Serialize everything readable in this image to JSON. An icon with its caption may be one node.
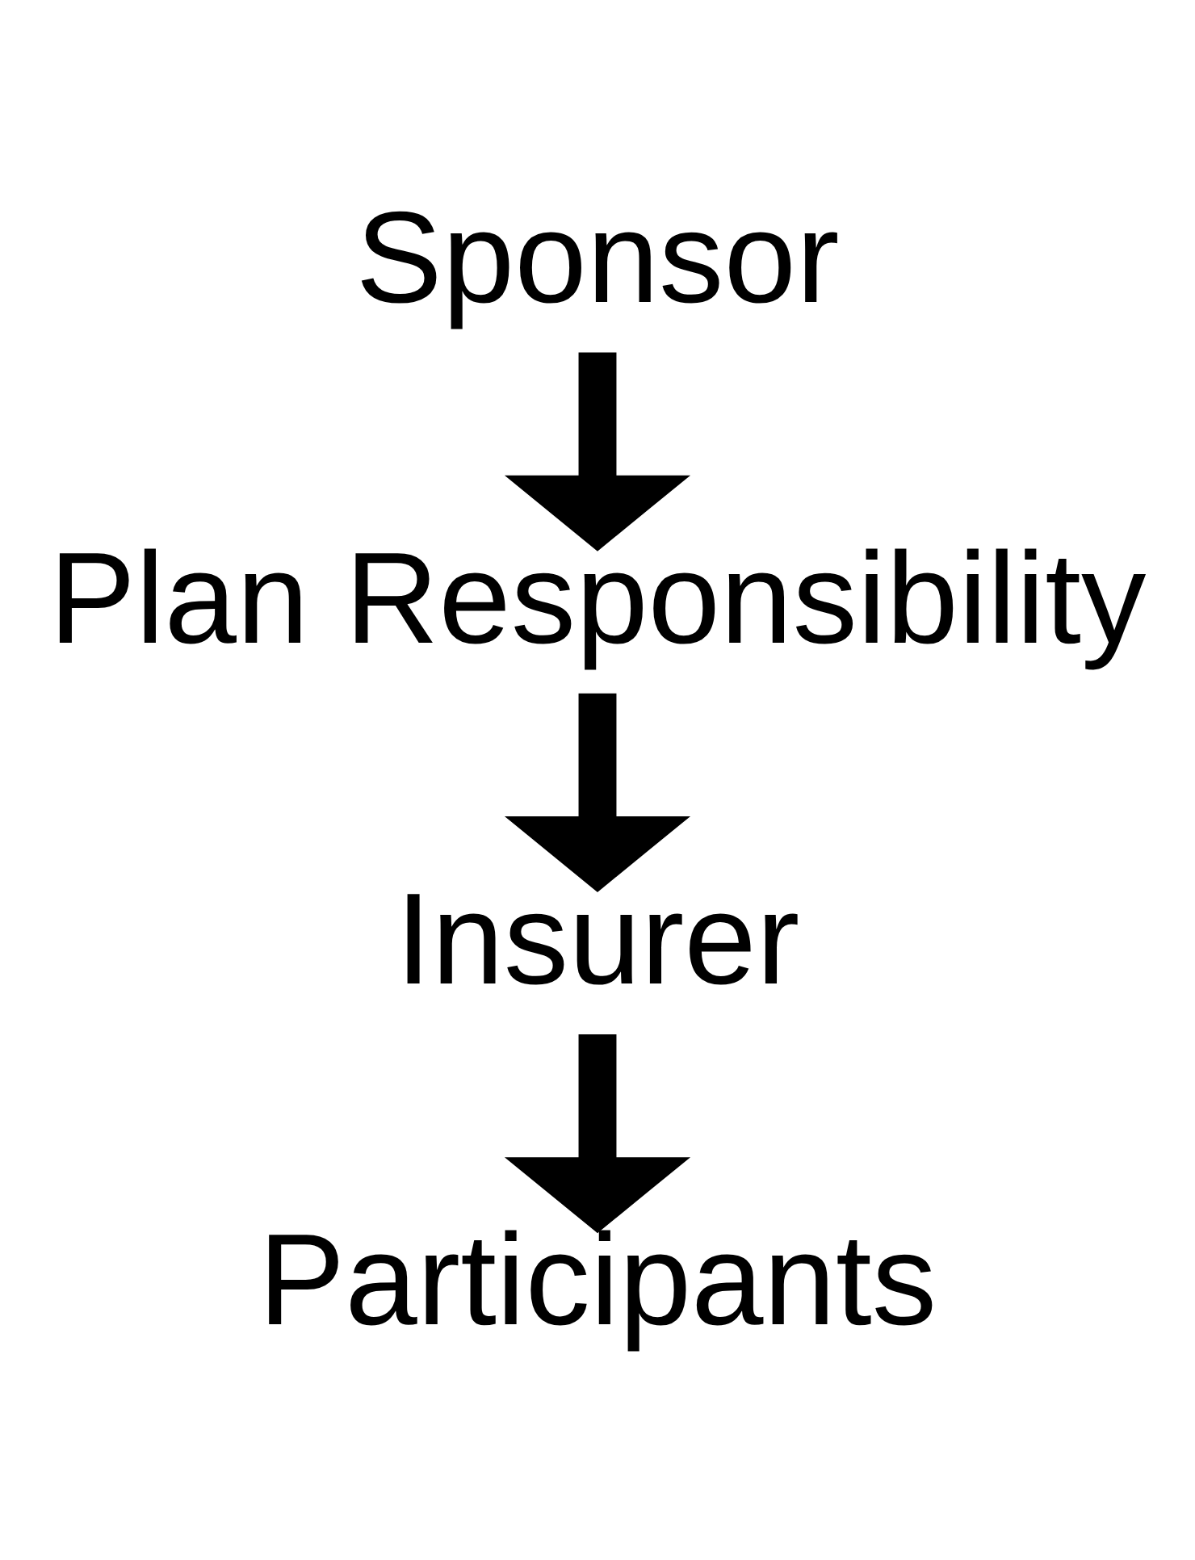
{
  "diagram": {
    "nodes": [
      {
        "text": [
          "Sponsor"
        ]
      },
      {
        "text": [
          "Plan Responsibility"
        ]
      },
      {
        "text": [
          "Insurer"
        ]
      },
      {
        "text": [
          "Participants"
        ]
      }
    ],
    "edges": [
      {
        "from": 0,
        "to": 1,
        "arrow": "to"
      },
      {
        "from": 1,
        "to": 2,
        "arrow": "to"
      },
      {
        "from": 2,
        "to": 3,
        "arrow": "to"
      }
    ]
  }
}
